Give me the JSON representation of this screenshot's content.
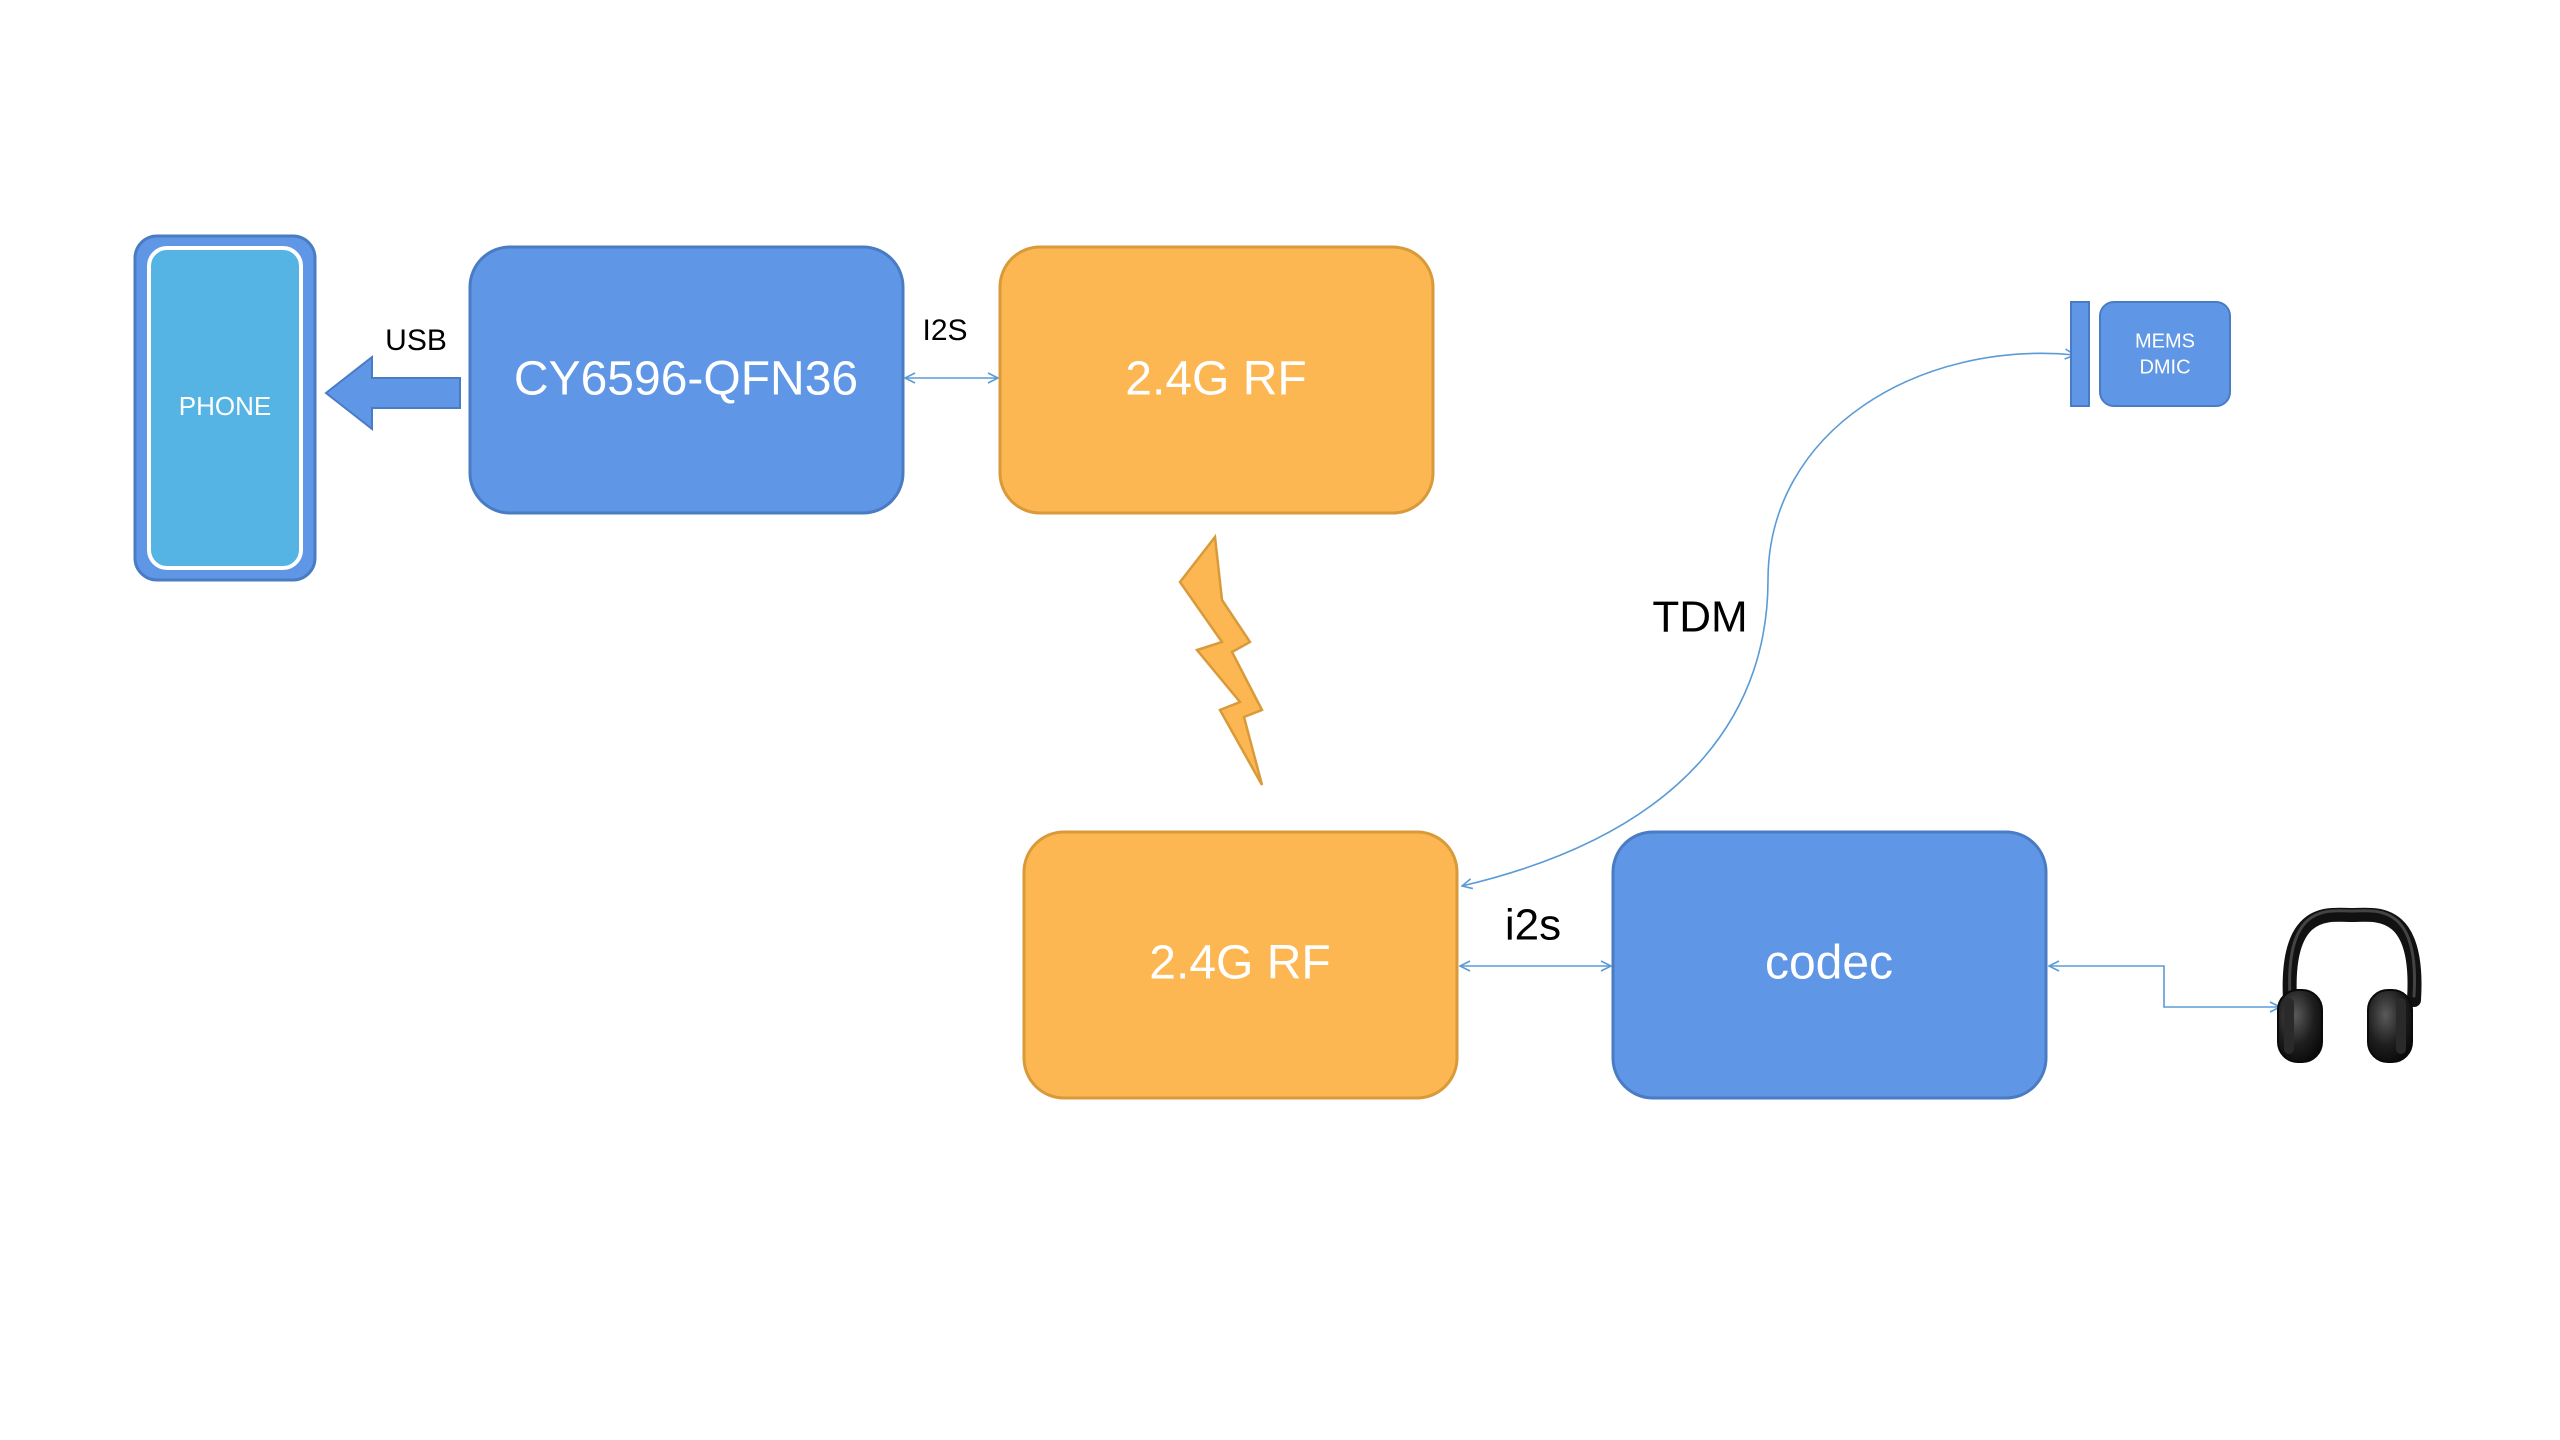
{
  "blocks": {
    "phone": {
      "label": "PHONE"
    },
    "bridge_chip": {
      "label": "CY6596-QFN36"
    },
    "rf_top": {
      "label": "2.4G RF"
    },
    "rf_bottom": {
      "label": "2.4G RF"
    },
    "codec": {
      "label": "codec"
    },
    "mic": {
      "line1": "MEMS",
      "line2": "DMIC"
    }
  },
  "links": {
    "usb": "USB",
    "i2s_upper": "I2S",
    "i2s_lower": "i2s",
    "tdm": "TDM"
  },
  "icons": {
    "wireless": "lightning-bolt-icon",
    "headphones": "headphones-icon"
  },
  "colors": {
    "blue_block": "#6096e6",
    "blue_border": "#4a7cc4",
    "phone_screen": "#56b4e4",
    "orange_block": "#fdb752",
    "orange_border": "#d99a3a",
    "connector": "#5b9bd5"
  }
}
